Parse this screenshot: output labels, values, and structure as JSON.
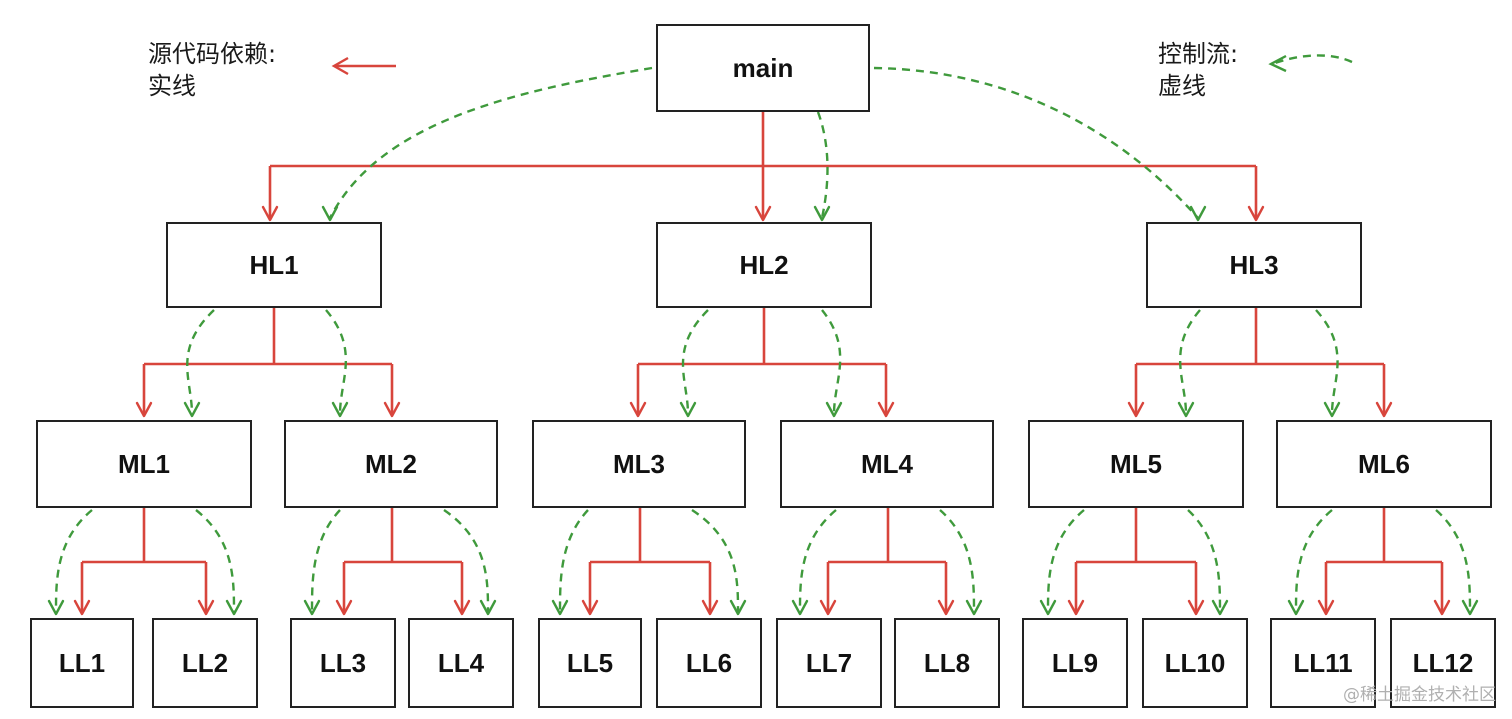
{
  "legend": {
    "solid_line_1": "源代码依赖:",
    "solid_line_2": "实线",
    "dashed_line_1": "控制流:",
    "dashed_line_2": "虚线"
  },
  "nodes": {
    "main": "main",
    "hl1": "HL1",
    "hl2": "HL2",
    "hl3": "HL3",
    "ml1": "ML1",
    "ml2": "ML2",
    "ml3": "ML3",
    "ml4": "ML4",
    "ml5": "ML5",
    "ml6": "ML6",
    "ll1": "LL1",
    "ll2": "LL2",
    "ll3": "LL3",
    "ll4": "LL4",
    "ll5": "LL5",
    "ll6": "LL6",
    "ll7": "LL7",
    "ll8": "LL8",
    "ll9": "LL9",
    "ll10": "LL10",
    "ll11": "LL11",
    "ll12": "LL12"
  },
  "colors": {
    "dependency": "#d8453c",
    "control_flow": "#3f9a3c",
    "box_border": "#222222"
  },
  "watermark": "@稀土掘金技术社区"
}
